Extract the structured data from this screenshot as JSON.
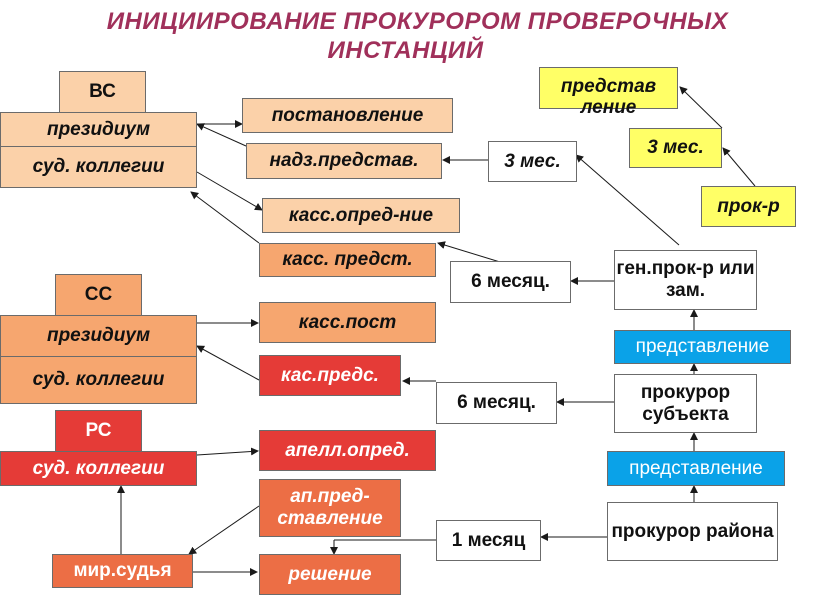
{
  "title": {
    "line1": "ИНИЦИИРОВАНИЕ   ПРОКУРОРОМ  ПРОВЕРОЧНЫХ",
    "line2": "ИНСТАНЦИЙ"
  },
  "vs": {
    "court": "ВС",
    "presidium": "президиум",
    "colleges": "суд. коллегии",
    "postanovlenie": "постановление",
    "nadz_predstav": "надз.представ.",
    "kass_opred": "касс.опред-ние",
    "kass_predst": "касс. предст."
  },
  "ss": {
    "court": "СС",
    "presidium": "президиум",
    "colleges": "суд. коллегии",
    "kass_post": "касс.пост",
    "kas_preds": "кас.предс."
  },
  "rs": {
    "court": "РС",
    "colleges": "суд. коллегии",
    "apell_opred": "апелл.опред.",
    "ap_predstavlenie": "ап.пред-ставление",
    "reshenie": "решение",
    "mir_sudya": "мир.судья"
  },
  "terms": {
    "three_months": "3 мес.",
    "six_months_top": "6 месяц.",
    "six_months_mid": "6 месяц.",
    "one_month": "1 месяц"
  },
  "prosecutors": {
    "gen": "ген.прок-р или зам.",
    "subject": "прокурор субъекта",
    "district": "прокурор района"
  },
  "submissions": {
    "upper": "представление",
    "lower": "представление"
  },
  "legend": {
    "predstavlenie": "представ ление",
    "three_months": "3 мес.",
    "prok": "прок-р"
  },
  "colors": {
    "title": "#a0305a",
    "light_orange": "#fbd1a9",
    "medium_orange": "#f6a66f",
    "dark_orange": "#ec6e45",
    "red": "#e53b37",
    "cyan": "#0aa2e8",
    "yellow": "#ffff66"
  }
}
